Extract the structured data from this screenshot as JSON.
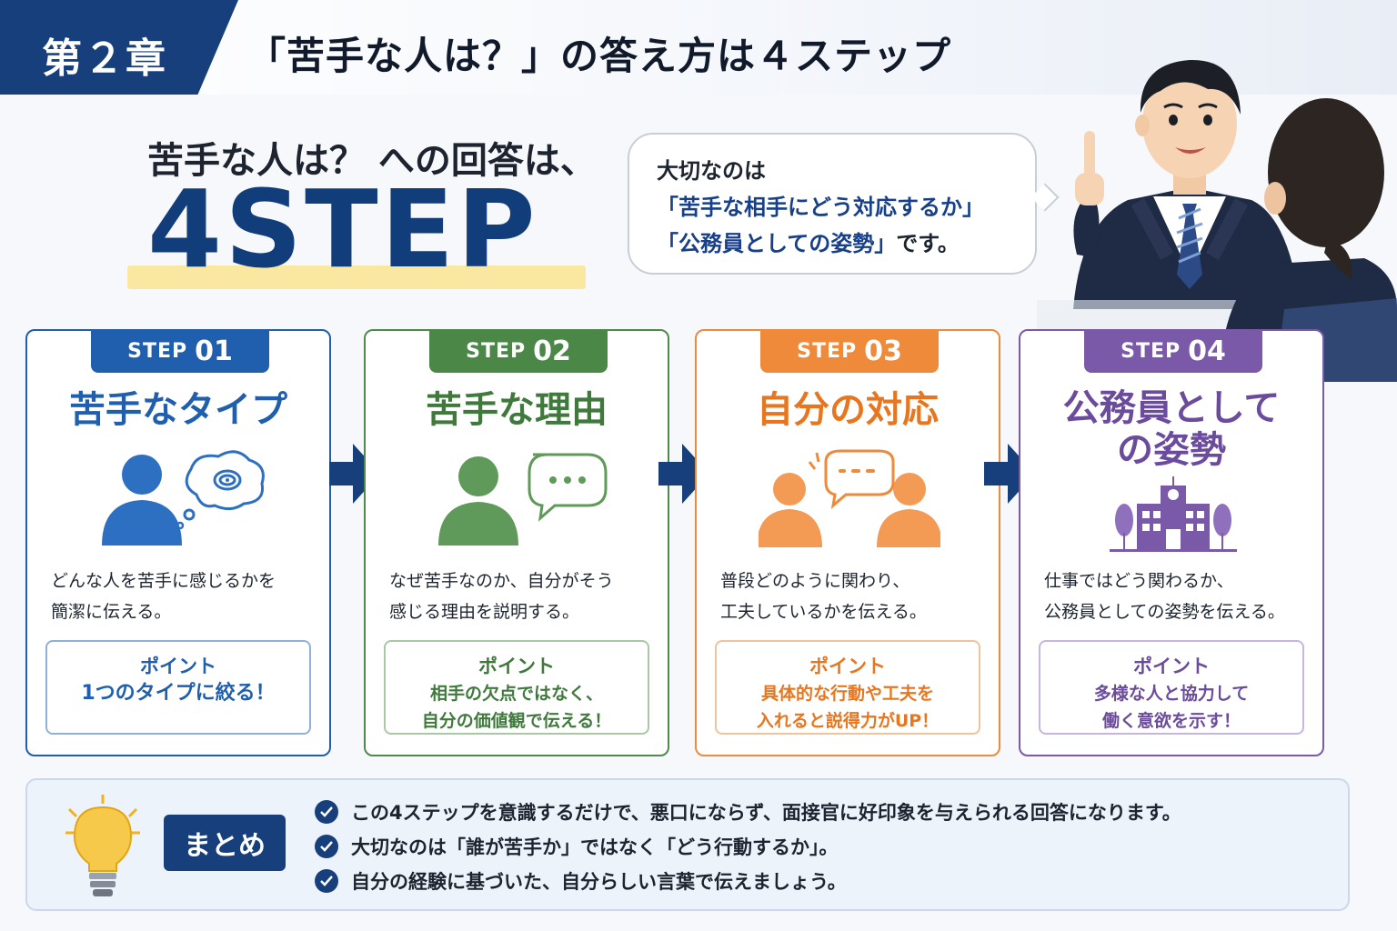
{
  "header": {
    "chapter": "第２章",
    "title": "「苦手な人は？」の答え方は４ステップ"
  },
  "headline": {
    "line1": "苦手な人は？ への回答は、",
    "big": "4STEP"
  },
  "bubble": {
    "line1": "大切なのは",
    "line2": "「苦手な相手にどう対応するか」",
    "line3_accent": "「公務員としての姿勢」",
    "line3_tail": "です。"
  },
  "steps": [
    {
      "tag_step": "STEP",
      "tag_num": "01",
      "title": "苦手なタイプ",
      "icon": "person-thinking-icon",
      "desc1": "どんな人を苦手に感じるかを",
      "desc2": "簡潔に伝える。",
      "point_label": "ポイント",
      "point1": "1つのタイプに絞る！",
      "point2": ""
    },
    {
      "tag_step": "STEP",
      "tag_num": "02",
      "title": "苦手な理由",
      "icon": "person-speech-icon",
      "desc1": "なぜ苦手なのか、自分がそう",
      "desc2": "感じる理由を説明する。",
      "point_label": "ポイント",
      "point1": "相手の欠点ではなく、",
      "point2": "自分の価値観で伝える！"
    },
    {
      "tag_step": "STEP",
      "tag_num": "03",
      "title": "自分の対応",
      "icon": "two-people-conversation-icon",
      "desc1": "普段どのように関わり、",
      "desc2": "工夫しているかを伝える。",
      "point_label": "ポイント",
      "point1": "具体的な行動や工夫を",
      "point2": "入れると説得力がUP！"
    },
    {
      "tag_step": "STEP",
      "tag_num": "04",
      "title1": "公務員として",
      "title2": "の姿勢",
      "icon": "government-building-icon",
      "desc1": "仕事ではどう関わるか、",
      "desc2": "公務員としての姿勢を伝える。",
      "point_label": "ポイント",
      "point1": "多様な人と協力して",
      "point2": "働く意欲を示す！"
    }
  ],
  "summary": {
    "label": "まとめ",
    "items": [
      "この4ステップを意識するだけで、悪口にならず、面接官に好印象を与えられる回答になります。",
      "大切なのは「誰が苦手か」ではなく「どう行動するか」。",
      "自分の経験に基づいた、自分らしい言葉で伝えましょう。"
    ]
  },
  "colors": {
    "navy": "#163f7c",
    "step1": "#1f5fae",
    "step2": "#4b8747",
    "step3": "#ef8a3a",
    "step4": "#7a5aa8",
    "highlight": "#fae8a0"
  }
}
